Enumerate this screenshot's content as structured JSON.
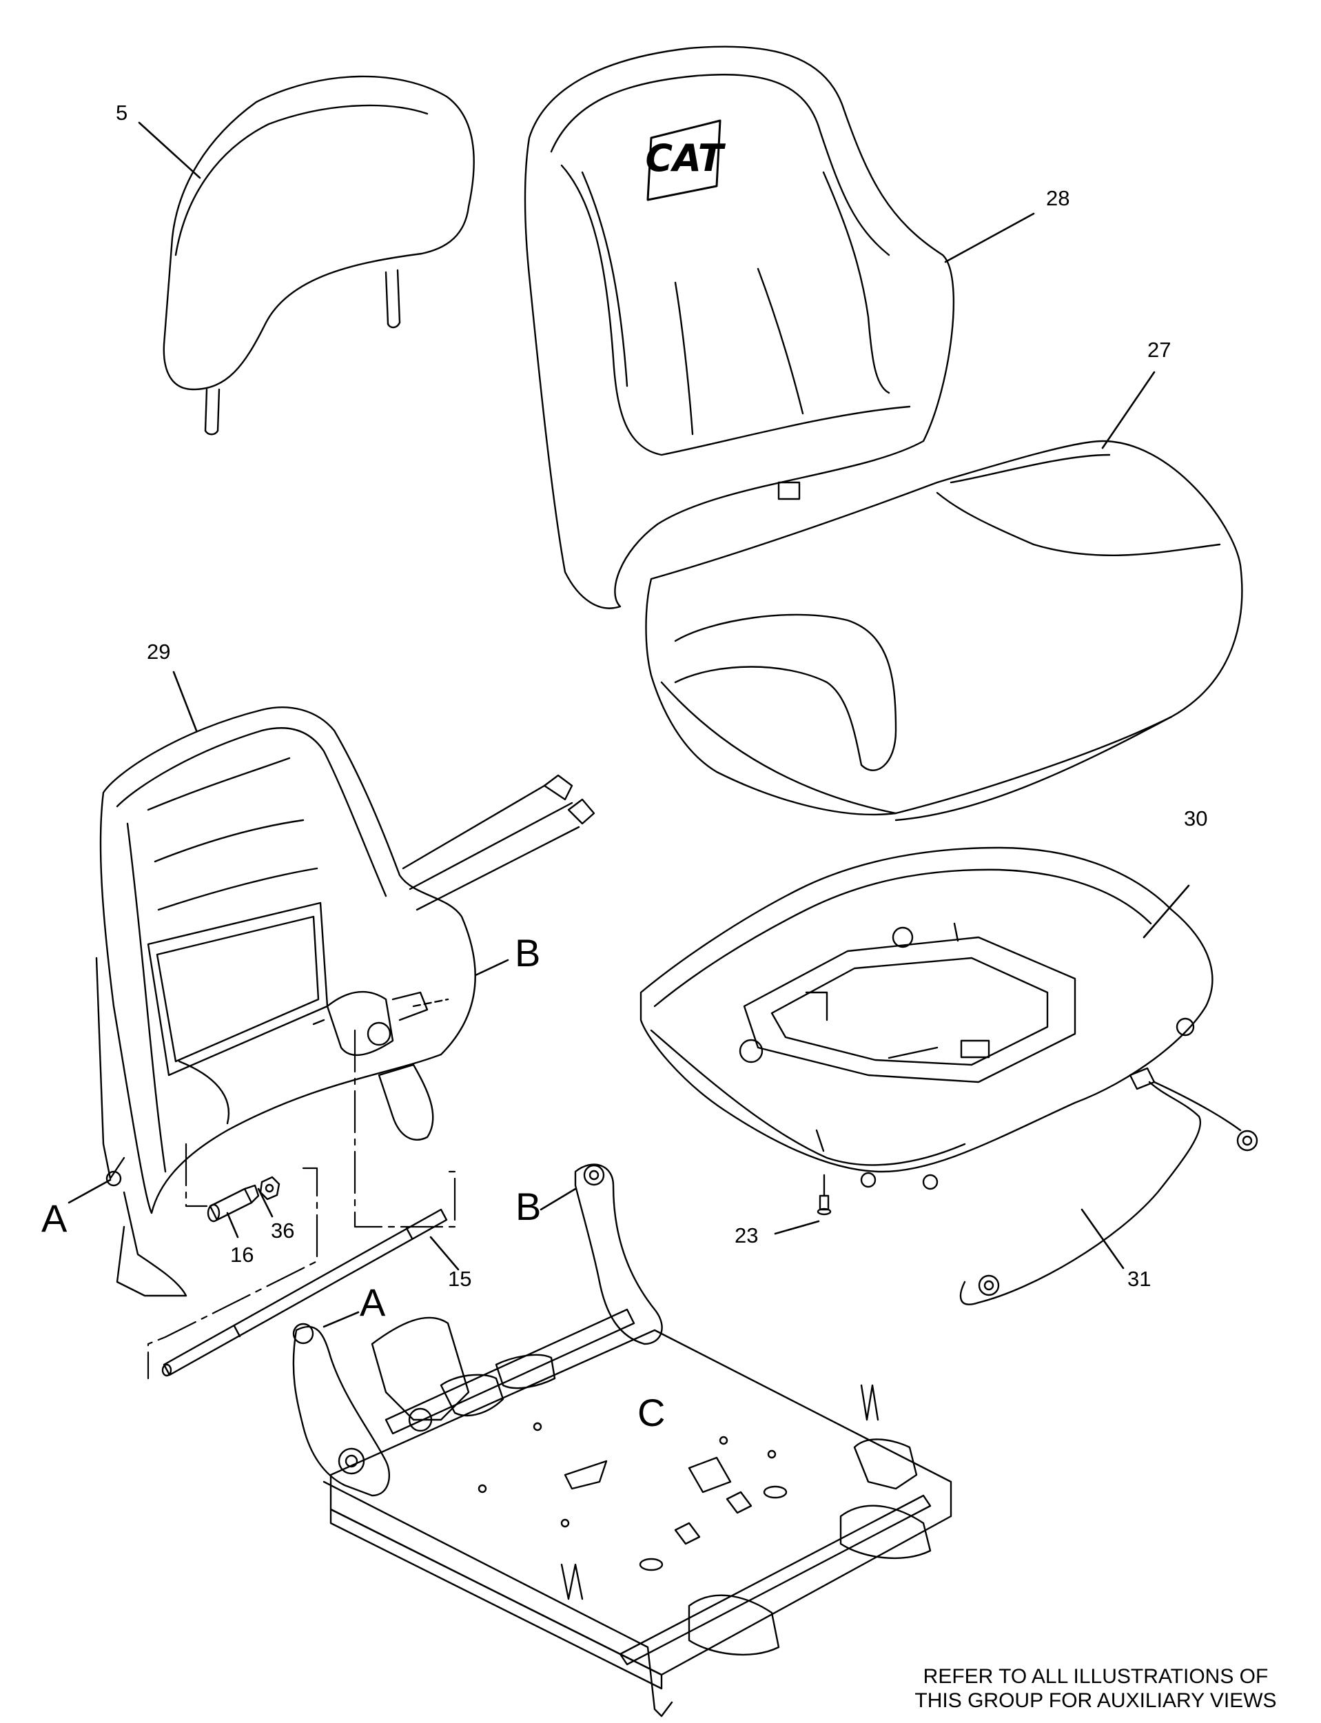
{
  "callouts": {
    "headrest": "5",
    "seat_back_cover": "28",
    "seat_cushion_cover": "27",
    "seat_back_frame": "29",
    "seat_pan": "30",
    "bolt": "23",
    "harness": "31",
    "shaft": "15",
    "pin": "16",
    "nut": "36"
  },
  "view_letters": {
    "a_left": "A",
    "a_base": "A",
    "b_right": "B",
    "b_base": "B",
    "c_base": "C"
  },
  "logo": {
    "text": "CAT"
  },
  "note": {
    "line1": "REFER TO ALL ILLUSTRATIONS OF",
    "line2": "THIS GROUP FOR AUXILIARY VIEWS"
  }
}
